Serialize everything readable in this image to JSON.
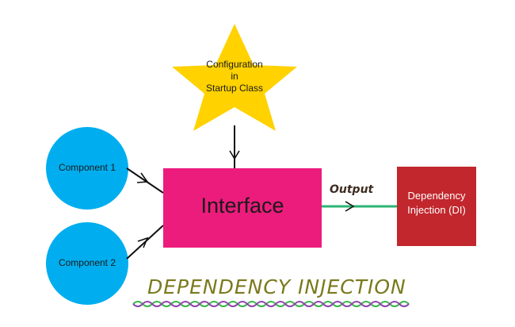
{
  "diagram": {
    "star": {
      "lines": [
        "Configuration",
        "in",
        "Startup Class"
      ]
    },
    "component_1": "Component 1",
    "component_2": "Component 2",
    "interface": "Interface",
    "output_label": "Output",
    "di": {
      "lines": [
        "Dependency",
        "Injection (DI)"
      ]
    },
    "title": "DEPENDENCY INJECTION"
  },
  "colors": {
    "star": "#ffd200",
    "component": "#00aeef",
    "interface": "#ec1c7c",
    "di": "#c1272d",
    "output_line": "#2bb673",
    "title": "#7a7a1e",
    "wave_green": "#39b54a",
    "wave_purple": "#8e44ad"
  }
}
